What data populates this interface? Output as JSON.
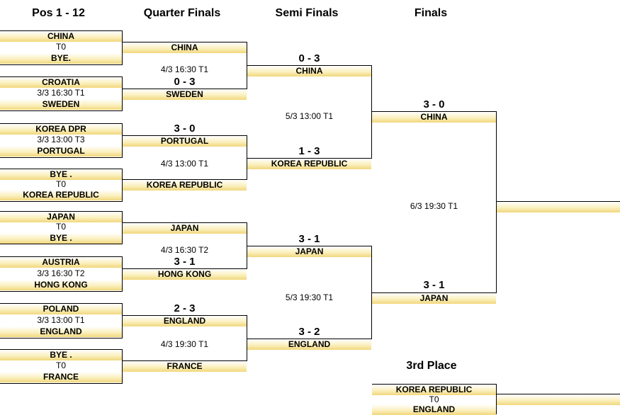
{
  "headers": {
    "pos": "Pos 1 - 12",
    "qf": "Quarter Finals",
    "sf": "Semi Finals",
    "final": "Finals",
    "third": "3rd Place"
  },
  "round1": [
    {
      "top": "CHINA",
      "info": "T0",
      "bottom": "BYE."
    },
    {
      "top": "CROATIA",
      "info": "3/3 16:30 T1",
      "bottom": "SWEDEN"
    },
    {
      "top": "KOREA DPR",
      "info": "3/3 13:00  T3",
      "bottom": "PORTUGAL"
    },
    {
      "top": "BYE .",
      "info": "T0",
      "bottom": "KOREA REPUBLIC"
    },
    {
      "top": "JAPAN",
      "info": "T0",
      "bottom": "BYE ."
    },
    {
      "top": "AUSTRIA",
      "info": "3/3 16:30  T2",
      "bottom": "HONG KONG"
    },
    {
      "top": "POLAND",
      "info": "3/3 13:00  T1",
      "bottom": "ENGLAND"
    },
    {
      "top": "BYE .",
      "info": "T0",
      "bottom": "FRANCE"
    }
  ],
  "quarter_finals": [
    {
      "team": "CHINA",
      "score": ""
    },
    {
      "team": "SWEDEN",
      "score": "0 - 3"
    },
    {
      "team": "PORTUGAL",
      "score": "3 - 0"
    },
    {
      "team": "KOREA REPUBLIC",
      "score": ""
    },
    {
      "team": "JAPAN",
      "score": ""
    },
    {
      "team": "HONG KONG",
      "score": "3 - 1"
    },
    {
      "team": "ENGLAND",
      "score": "2 - 3"
    },
    {
      "team": "FRANCE",
      "score": ""
    }
  ],
  "qf_info": [
    "4/3 16:30  T1",
    "4/3 13:00  T1",
    "4/3 16:30  T2",
    "4/3 19:30  T1"
  ],
  "semi_finals": [
    {
      "team": "CHINA",
      "score": "0 - 3"
    },
    {
      "team": "KOREA REPUBLIC",
      "score": "1 - 3"
    },
    {
      "team": "JAPAN",
      "score": "3 - 1"
    },
    {
      "team": "ENGLAND",
      "score": "3 - 2"
    }
  ],
  "sf_info": [
    "5/3 13:00  T1",
    "5/3 19:30  T1"
  ],
  "finals": [
    {
      "team": "CHINA",
      "score": "3 - 0"
    },
    {
      "team": "JAPAN",
      "score": "3 - 1"
    }
  ],
  "final_info": "6/3 19:30  T1",
  "winner": "",
  "third_place": {
    "top": "KOREA REPUBLIC",
    "info": "T0",
    "bottom": "ENGLAND"
  }
}
